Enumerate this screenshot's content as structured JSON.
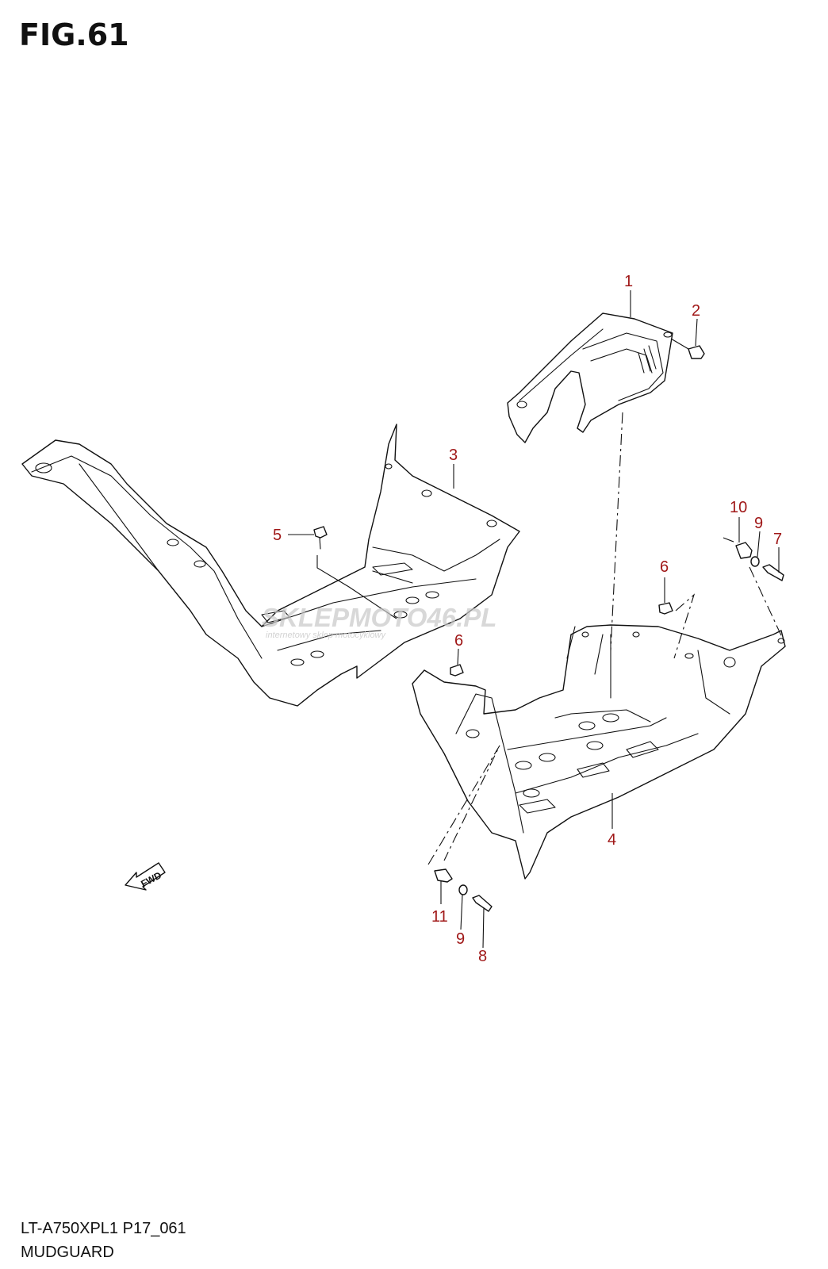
{
  "figure": {
    "title": "FIG.61"
  },
  "footer": {
    "model_code": "LT-A750XPL1 P17_061",
    "section_name": "MUDGUARD"
  },
  "watermark": {
    "main": "SKLEPMOTO46.PL",
    "sub": "internetowy sklep motocyklowy"
  },
  "fwd_label": "FWD",
  "callouts": [
    "1",
    "2",
    "3",
    "4",
    "5",
    "6",
    "6",
    "7",
    "8",
    "9",
    "9",
    "10",
    "11"
  ],
  "colors": {
    "callout_text": "#a01818",
    "line": "#111111",
    "watermark": "#c8c8c8"
  }
}
